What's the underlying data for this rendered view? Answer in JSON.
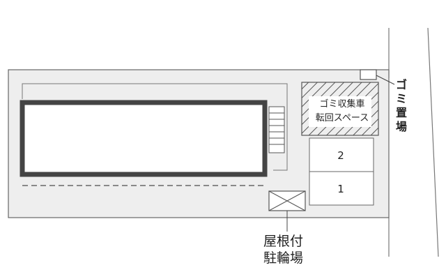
{
  "labels": {
    "garbage_truck_line1": "ゴミ収集車",
    "garbage_truck_line2": "転回スペース",
    "garbage_area": "ゴミ置場",
    "bike_parking_line1": "屋根付",
    "bike_parking_line2": "駐輪場"
  },
  "parking_spaces": [
    "2",
    "1"
  ],
  "colors": {
    "site_fill": "#eeeeee",
    "outline": "#666666",
    "building_wall": "#444444"
  }
}
